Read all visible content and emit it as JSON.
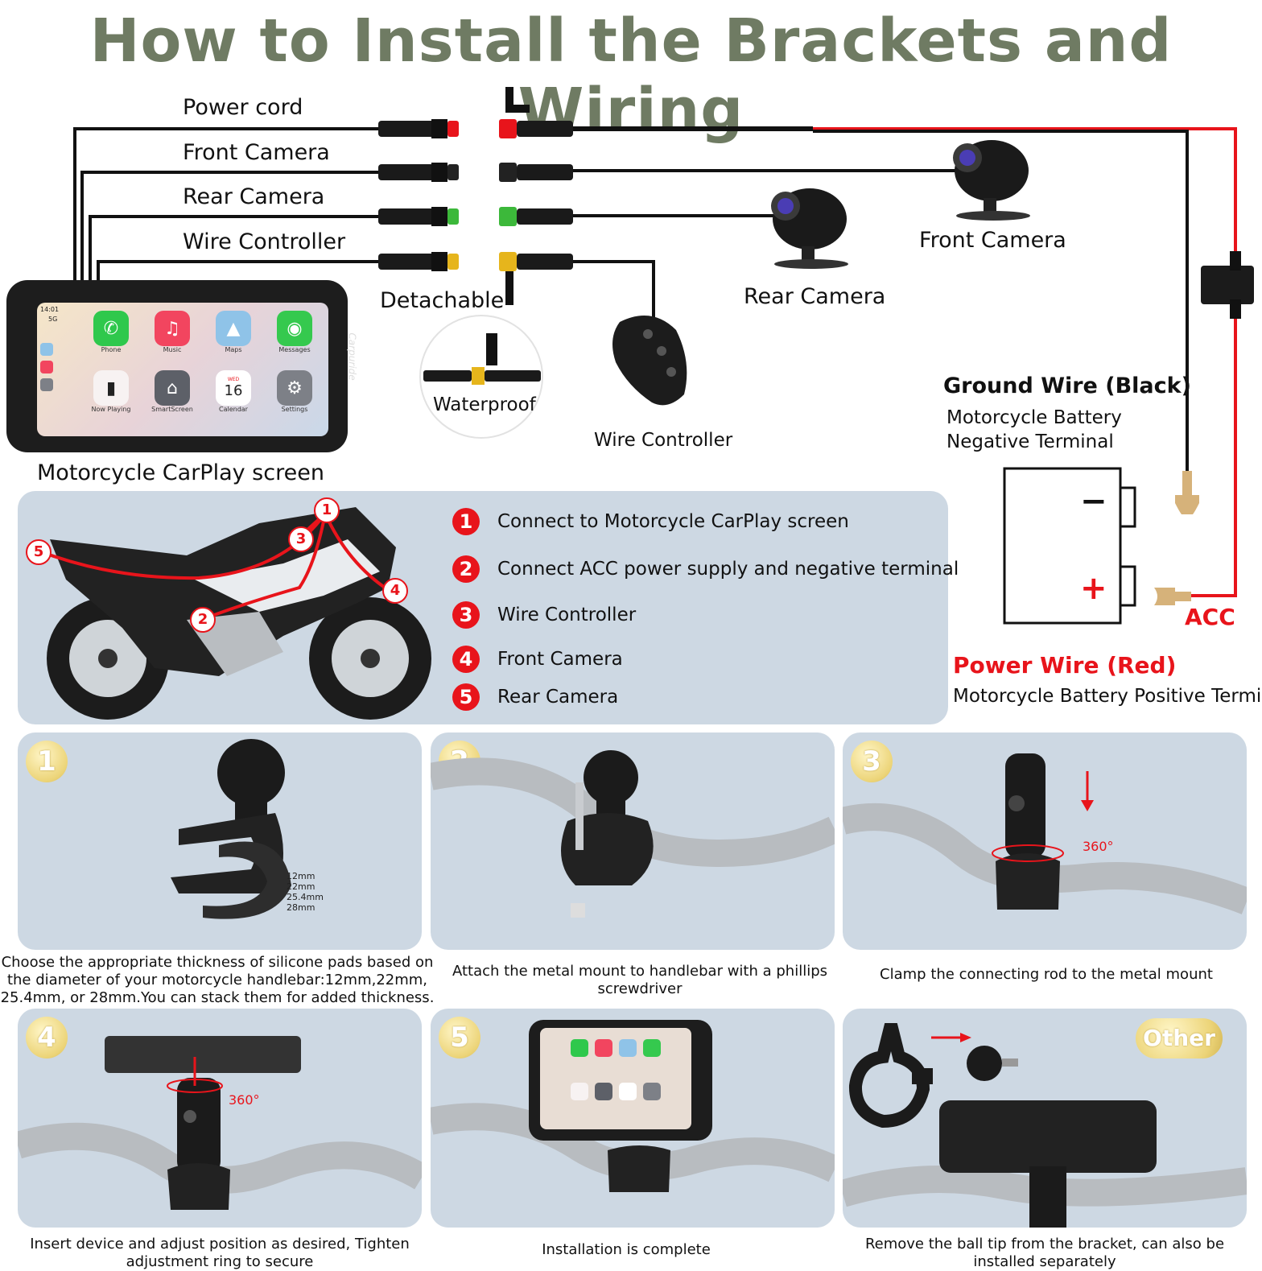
{
  "title": "How to Install the Brackets and Wiring",
  "wiring": {
    "left_labels": [
      "Power cord",
      "Front Camera",
      "Rear Camera",
      "Wire Controller"
    ],
    "detachable": "Detachable",
    "waterproof": "Waterproof",
    "front_camera": "Front Camera",
    "rear_camera": "Rear Camera",
    "wire_controller": "Wire Controller",
    "screen_caption": "Motorcycle CarPlay screen",
    "ground_title": "Ground Wire (Black)",
    "ground_line1": "Motorcycle Battery",
    "ground_line2": "Negative Terminal",
    "battery_minus": "−",
    "battery_plus": "+",
    "acc": "ACC",
    "power_title": "Power Wire (Red)",
    "power_sub": "Motorcycle Battery Positive Terminal"
  },
  "carplay": {
    "time": "14:01",
    "signal": "5G",
    "brand": "Carpuride",
    "apps": [
      {
        "label": "Phone",
        "color": "#2fc84c",
        "glyph": "✆"
      },
      {
        "label": "Music",
        "color": "#f2455f",
        "glyph": "♫"
      },
      {
        "label": "Maps",
        "color": "#8fc3e8",
        "glyph": "▲"
      },
      {
        "label": "Messages",
        "color": "#35c94e",
        "glyph": "◉"
      },
      {
        "label": "Now Playing",
        "color": "#f7f2f2",
        "glyph": "▮"
      },
      {
        "label": "SmartScreen",
        "color": "#5d6068",
        "glyph": "⌂"
      },
      {
        "label": "Calendar",
        "color": "#ffffff",
        "glyph": "16",
        "sub": "WED"
      },
      {
        "label": "Settings",
        "color": "#7d8087",
        "glyph": "⚙"
      }
    ]
  },
  "legend": [
    {
      "num": "1",
      "text": "Connect to Motorcycle CarPlay screen"
    },
    {
      "num": "2",
      "text": "Connect ACC power supply and negative terminal"
    },
    {
      "num": "3",
      "text": "Wire Controller"
    },
    {
      "num": "4",
      "text": "Front Camera"
    },
    {
      "num": "5",
      "text": "Rear Camera"
    }
  ],
  "bike_markers": [
    "1",
    "2",
    "3",
    "4",
    "5"
  ],
  "steps": [
    {
      "num": "1",
      "caption": "Choose the appropriate thickness of silicone pads based on the diameter of your motorcycle handlebar:12mm,22mm, 25.4mm, or 28mm.You can stack them for added thickness.",
      "pads": [
        "12mm",
        "22mm",
        "25.4mm",
        "28mm"
      ]
    },
    {
      "num": "2",
      "caption": "Attach the metal mount to handlebar with a phillips screwdriver"
    },
    {
      "num": "3",
      "caption": "Clamp the connecting rod to the metal mount",
      "rotation": "360°"
    },
    {
      "num": "4",
      "caption": "Insert device and adjust position as desired, Tighten adjustment ring to secure",
      "rotation": "360°"
    },
    {
      "num": "5",
      "caption": "Installation is complete"
    },
    {
      "num": "Other",
      "caption": "Remove the ball tip from the  bracket, can also be installed separately"
    }
  ],
  "colors": {
    "title": "#6f7b63",
    "red": "#e8141b",
    "panel": "#cdd8e3"
  }
}
